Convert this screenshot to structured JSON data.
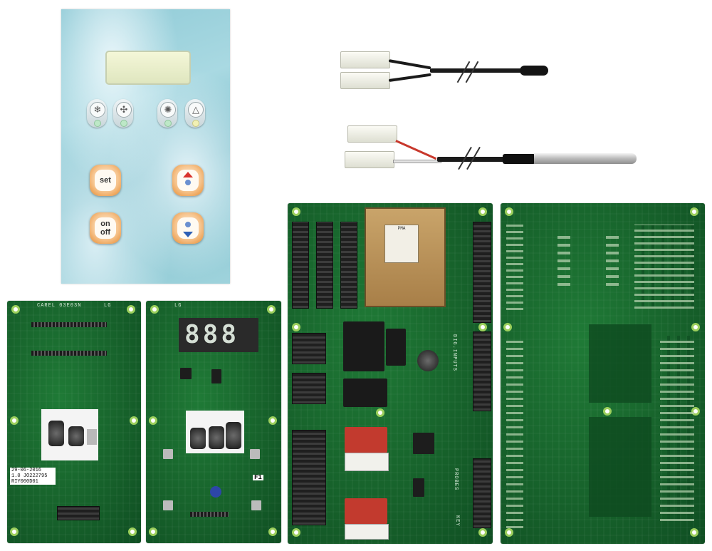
{
  "keypad": {
    "keys": {
      "set_label": "set",
      "on_label": "on",
      "off_label": "off"
    },
    "icons": [
      "defrost-icon",
      "fan-icon",
      "aux-icon",
      "alarm-bell-icon",
      "arrow-up-icon",
      "arrow-down-icon"
    ]
  },
  "board_a": {
    "silk_top": "CAREL 03E03N",
    "silk_corner": "LG",
    "label_line1": "29-06-2016",
    "label_line2": "1.0 JO222795",
    "label_line3": "RIY000D01"
  },
  "board_b": {
    "silk_top": "LG",
    "display_value": "888",
    "mark": "F1"
  },
  "board_c": {
    "dig_inputs": "DIG.INPUTS",
    "probes": "PROBES",
    "key": "KEY",
    "transformer_brand": "PMA"
  },
  "colors": {
    "pcb_green": "#16602a",
    "keypad_blue": "#8fcad6",
    "key_orange": "#e68a2e"
  }
}
